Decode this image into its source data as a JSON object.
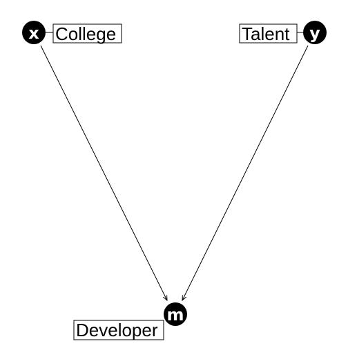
{
  "colors": {
    "node_fill": "#000000",
    "node_text": "#ffffff",
    "edge": "#000000",
    "label_border": "#000000",
    "background": "#ffffff"
  },
  "nodes": {
    "x": {
      "letter": "x",
      "label": "College"
    },
    "y": {
      "letter": "y",
      "label": "Talent"
    },
    "m": {
      "letter": "m",
      "label": "Developer"
    }
  },
  "edges": [
    {
      "from": "x",
      "to": "m"
    },
    {
      "from": "y",
      "to": "m"
    }
  ]
}
